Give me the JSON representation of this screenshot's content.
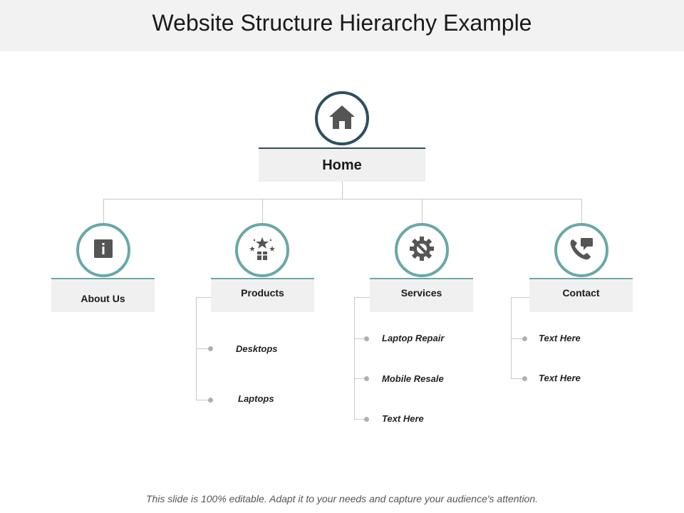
{
  "title": "Website Structure Hierarchy Example",
  "root": {
    "label": "Home",
    "icon": "home-icon"
  },
  "children": [
    {
      "label": "About Us",
      "icon": "info-icon",
      "items": []
    },
    {
      "label": "Products",
      "icon": "gift-box-icon",
      "items": [
        "Desktops",
        "Laptops"
      ]
    },
    {
      "label": "Services",
      "icon": "gear-wrench-icon",
      "items": [
        "Laptop Repair",
        "Mobile Resale",
        "Text Here"
      ]
    },
    {
      "label": "Contact",
      "icon": "phone-chat-icon",
      "items": [
        "Text Here",
        "Text Here"
      ]
    }
  ],
  "footer": "This slide is 100% editable. Adapt it to your needs and capture your audience's attention.",
  "colors": {
    "root_accent": "#2e4f5d",
    "child_accent": "#6aa7a8",
    "icon": "#555555"
  }
}
